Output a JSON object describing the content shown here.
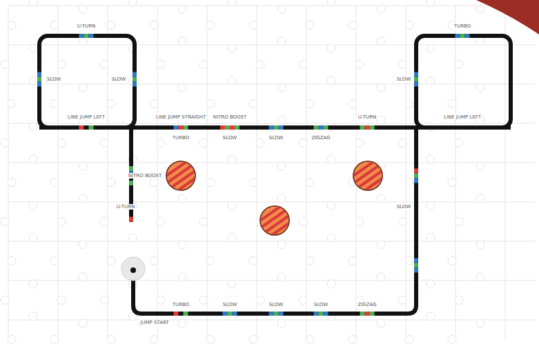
{
  "diagram": {
    "labels": [
      "U-TURN",
      "SLOW",
      "SLOW",
      "LINE JUMP LEFT",
      "LINE JUMP STRAIGHT",
      "TURBO",
      "NITRO BOOST",
      "SLOW",
      "SLOW",
      "ZIGZAG",
      "U-TURN",
      "SLOW",
      "LINE JUMP LEFT",
      "TURBO",
      "NITRO BOOST",
      "U-TURN",
      "SLOW",
      "JUMP START",
      "TURBO",
      "SLOW",
      "SLOW",
      "SLOW",
      "ZIGZAG"
    ]
  }
}
